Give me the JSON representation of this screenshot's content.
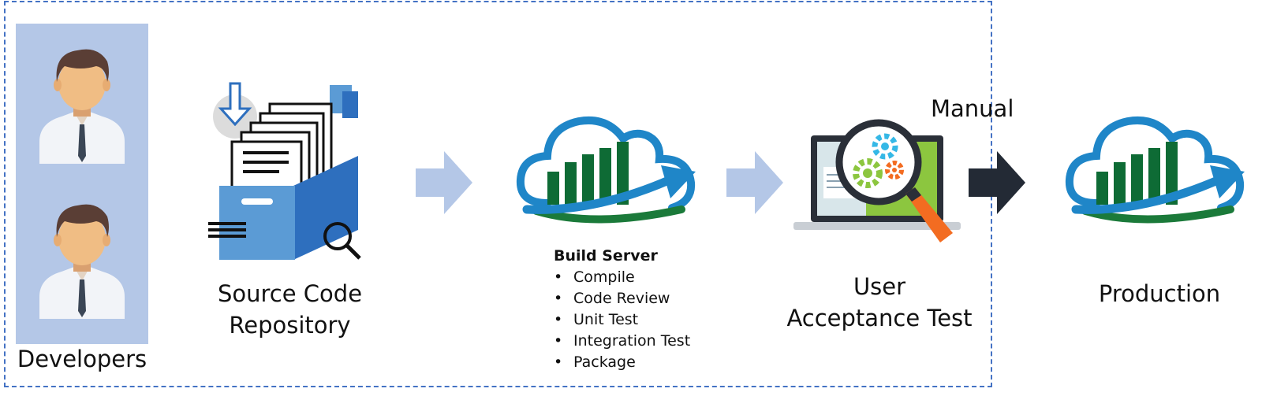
{
  "stages": {
    "developers": {
      "label": "Developers"
    },
    "source_code": {
      "label_line1": "Source Code",
      "label_line2": "Repository"
    },
    "build_server": {
      "title": "Build Server",
      "steps": [
        "Compile",
        "Code Review",
        "Unit Test",
        "Integration Test",
        "Package"
      ]
    },
    "uat": {
      "label_line1": "User",
      "label_line2": "Acceptance Test"
    },
    "transition": {
      "label": "Manual"
    },
    "production": {
      "label": "Production"
    }
  },
  "colors": {
    "boundary": "#4472c4",
    "developer_panel": "#b4c7e7",
    "light_arrow": "#b4c7e7",
    "dark_arrow": "#232a35",
    "cloud_blue": "#1f86c8",
    "cloud_green": "#1b7a3a",
    "bar_green": "#0e6b35",
    "box_blue": "#2e6fbe"
  }
}
